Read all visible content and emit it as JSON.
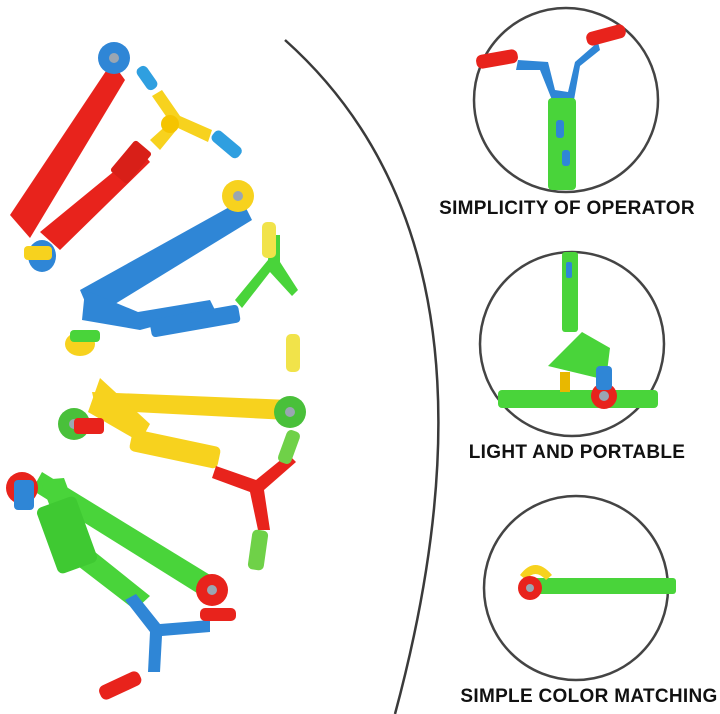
{
  "features": [
    {
      "caption": "SIMPLICITY OF OPERATOR",
      "icon": "handlebar-closeup"
    },
    {
      "caption": "LIGHT AND PORTABLE",
      "icon": "wheel-deck-closeup"
    },
    {
      "caption": "SIMPLE COLOR MATCHING",
      "icon": "rear-wheel-closeup"
    }
  ],
  "colors": {
    "red": "#e8231c",
    "blue": "#2f86d6",
    "yellow": "#f7d21e",
    "green": "#49d43a",
    "circle_border": "#444444",
    "divider_arc": "#3a3a3a"
  }
}
